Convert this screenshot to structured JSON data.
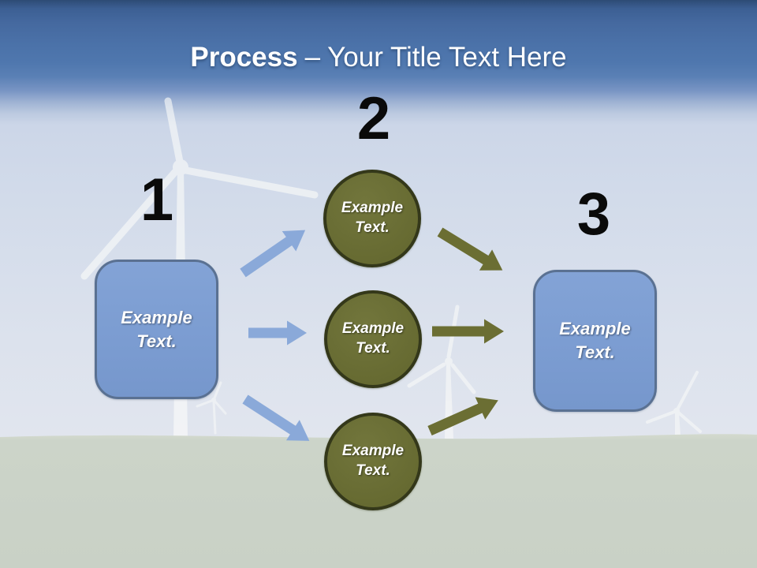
{
  "slide_title": {
    "bold": "Process",
    "rest": "– Your Title Text Here"
  },
  "steps": {
    "one": {
      "number": "1",
      "label": "Example Text."
    },
    "two": {
      "number": "2"
    },
    "three": {
      "number": "3",
      "label": "Example Text."
    }
  },
  "circles": [
    {
      "label": "Example Text."
    },
    {
      "label": "Example Text."
    },
    {
      "label": "Example Text."
    }
  ],
  "colors": {
    "header_top": "#2d4b75",
    "header_mid": "#4f77ae",
    "sky_pale": "#d2dbea",
    "grass": "#cad2c7",
    "box_fill": "#7e9ed3",
    "box_border": "#5a7192",
    "circle_fill": "#696d34",
    "circle_border": "#34381a",
    "arrow_blue": "#8aa9d9",
    "arrow_olive": "#6b6e33",
    "number_color": "#0a0a0a",
    "label_color": "#ffffff"
  }
}
